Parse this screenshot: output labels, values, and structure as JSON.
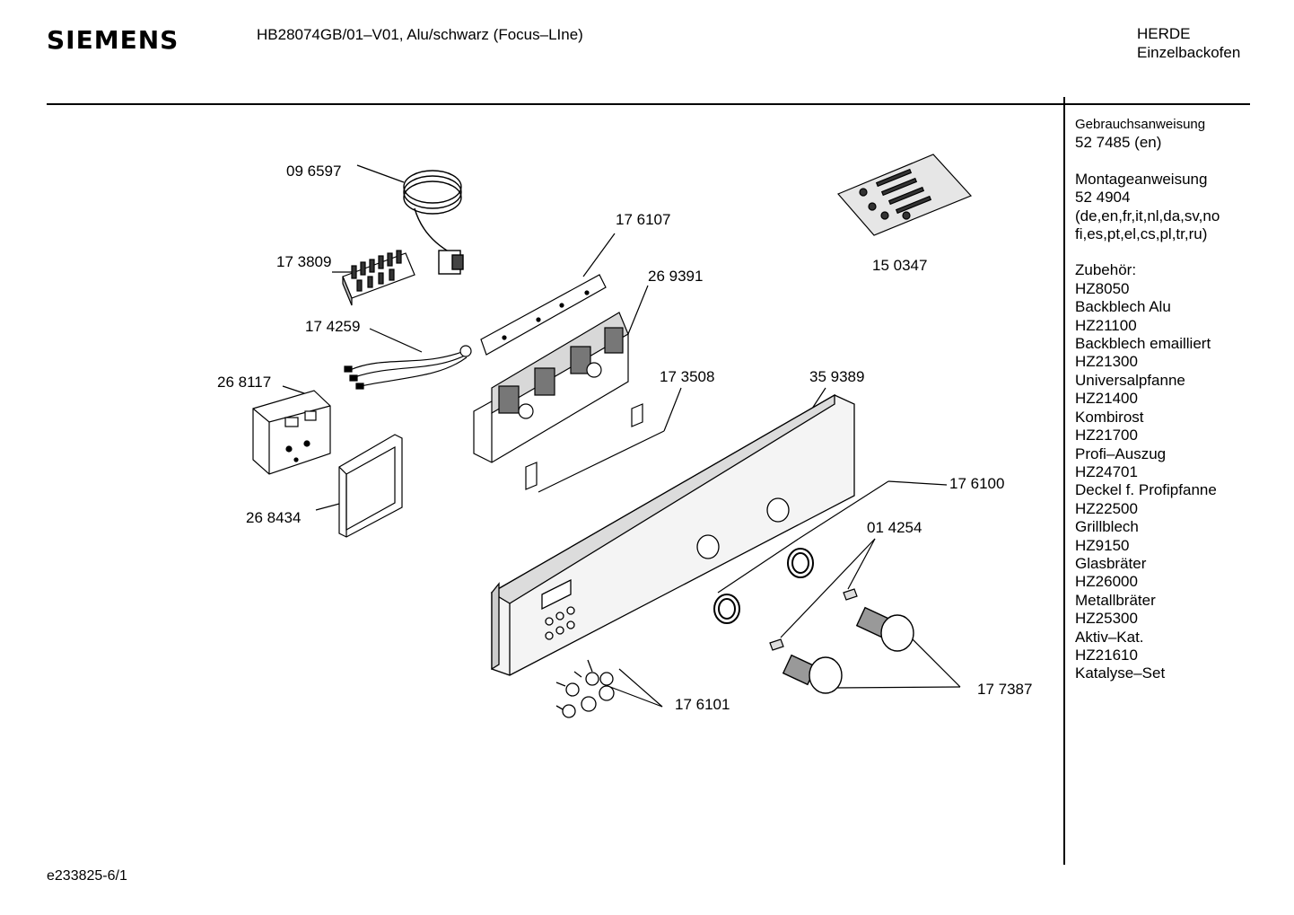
{
  "header": {
    "brand": "SIEMENS",
    "model": "HB28074GB/01–V01, Alu/schwarz (Focus–LIne)",
    "category": "HERDE",
    "subcategory": "Einzelbackofen"
  },
  "sidebar": {
    "gebrauch_title": "Gebrauchsanweisung",
    "gebrauch_code": "52 7485 (en)",
    "montage_title": "Montageanweisung",
    "montage_code": "52 4904",
    "montage_langs_1": "(de,en,fr,it,nl,da,sv,no",
    "montage_langs_2": "fi,es,pt,el,cs,pl,tr,ru)",
    "zubehoer_title": "Zubehör:",
    "accessories": [
      {
        "code": "HZ8050",
        "name": "Backblech Alu"
      },
      {
        "code": "HZ21100",
        "name": "Backblech emailliert"
      },
      {
        "code": "HZ21300",
        "name": "Universalpfanne"
      },
      {
        "code": "HZ21400",
        "name": "Kombirost"
      },
      {
        "code": "HZ21700",
        "name": "Profi–Auszug"
      },
      {
        "code": "HZ24701",
        "name": "Deckel f. Profipfanne"
      },
      {
        "code": "HZ22500",
        "name": "Grillblech"
      },
      {
        "code": "HZ9150",
        "name": "Glasbräter"
      },
      {
        "code": "HZ26000",
        "name": "Metallbräter"
      },
      {
        "code": "HZ25300",
        "name": "Aktiv–Kat."
      },
      {
        "code": "HZ21610",
        "name": "Katalyse–Set"
      }
    ]
  },
  "parts": {
    "p096597": "09 6597",
    "p173809": "17 3809",
    "p174259": "17 4259",
    "p268117": "26 8117",
    "p268434": "26 8434",
    "p176107": "17 6107",
    "p269391": "26 9391",
    "p173508": "17 3508",
    "p359389": "35 9389",
    "p150347": "15 0347",
    "p176100": "17 6100",
    "p014254": "01 4254",
    "p177387": "17 7387",
    "p176101": "17 6101"
  },
  "footer": {
    "drawing_id": "e233825-6/1"
  }
}
